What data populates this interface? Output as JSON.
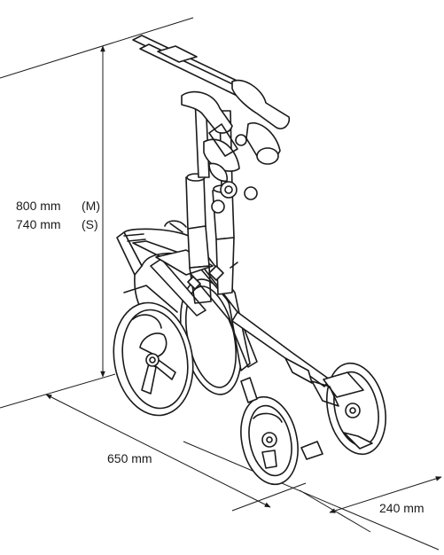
{
  "height": {
    "lines": [
      {
        "value": "800 mm",
        "size": "(M)"
      },
      {
        "value": "740 mm",
        "size": "(S)"
      }
    ]
  },
  "length": {
    "value": "650 mm"
  },
  "width": {
    "value": "240 mm"
  },
  "colors": {
    "line": "#1a1a1a",
    "fill": "#ffffff",
    "shade": "#d9d9d9"
  }
}
